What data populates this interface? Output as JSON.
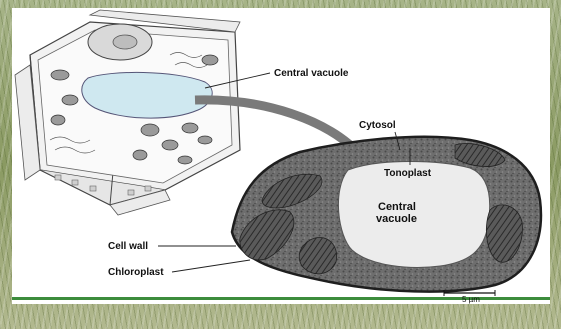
{
  "labels": {
    "central_vacuole_top": "Central vacuole",
    "cytosol": "Cytosol",
    "tonoplast": "Tonoplast",
    "central_vacuole_center_line1": "Central",
    "central_vacuole_center_line2": "vacuole",
    "cell_wall": "Cell wall",
    "chloroplast": "Chloroplast",
    "scale_bar": "5 µm"
  },
  "colors": {
    "vacuole_highlight": "#cfe8f0",
    "arrow": "#7a7a7a",
    "accent_line": "#3c8c3c"
  }
}
